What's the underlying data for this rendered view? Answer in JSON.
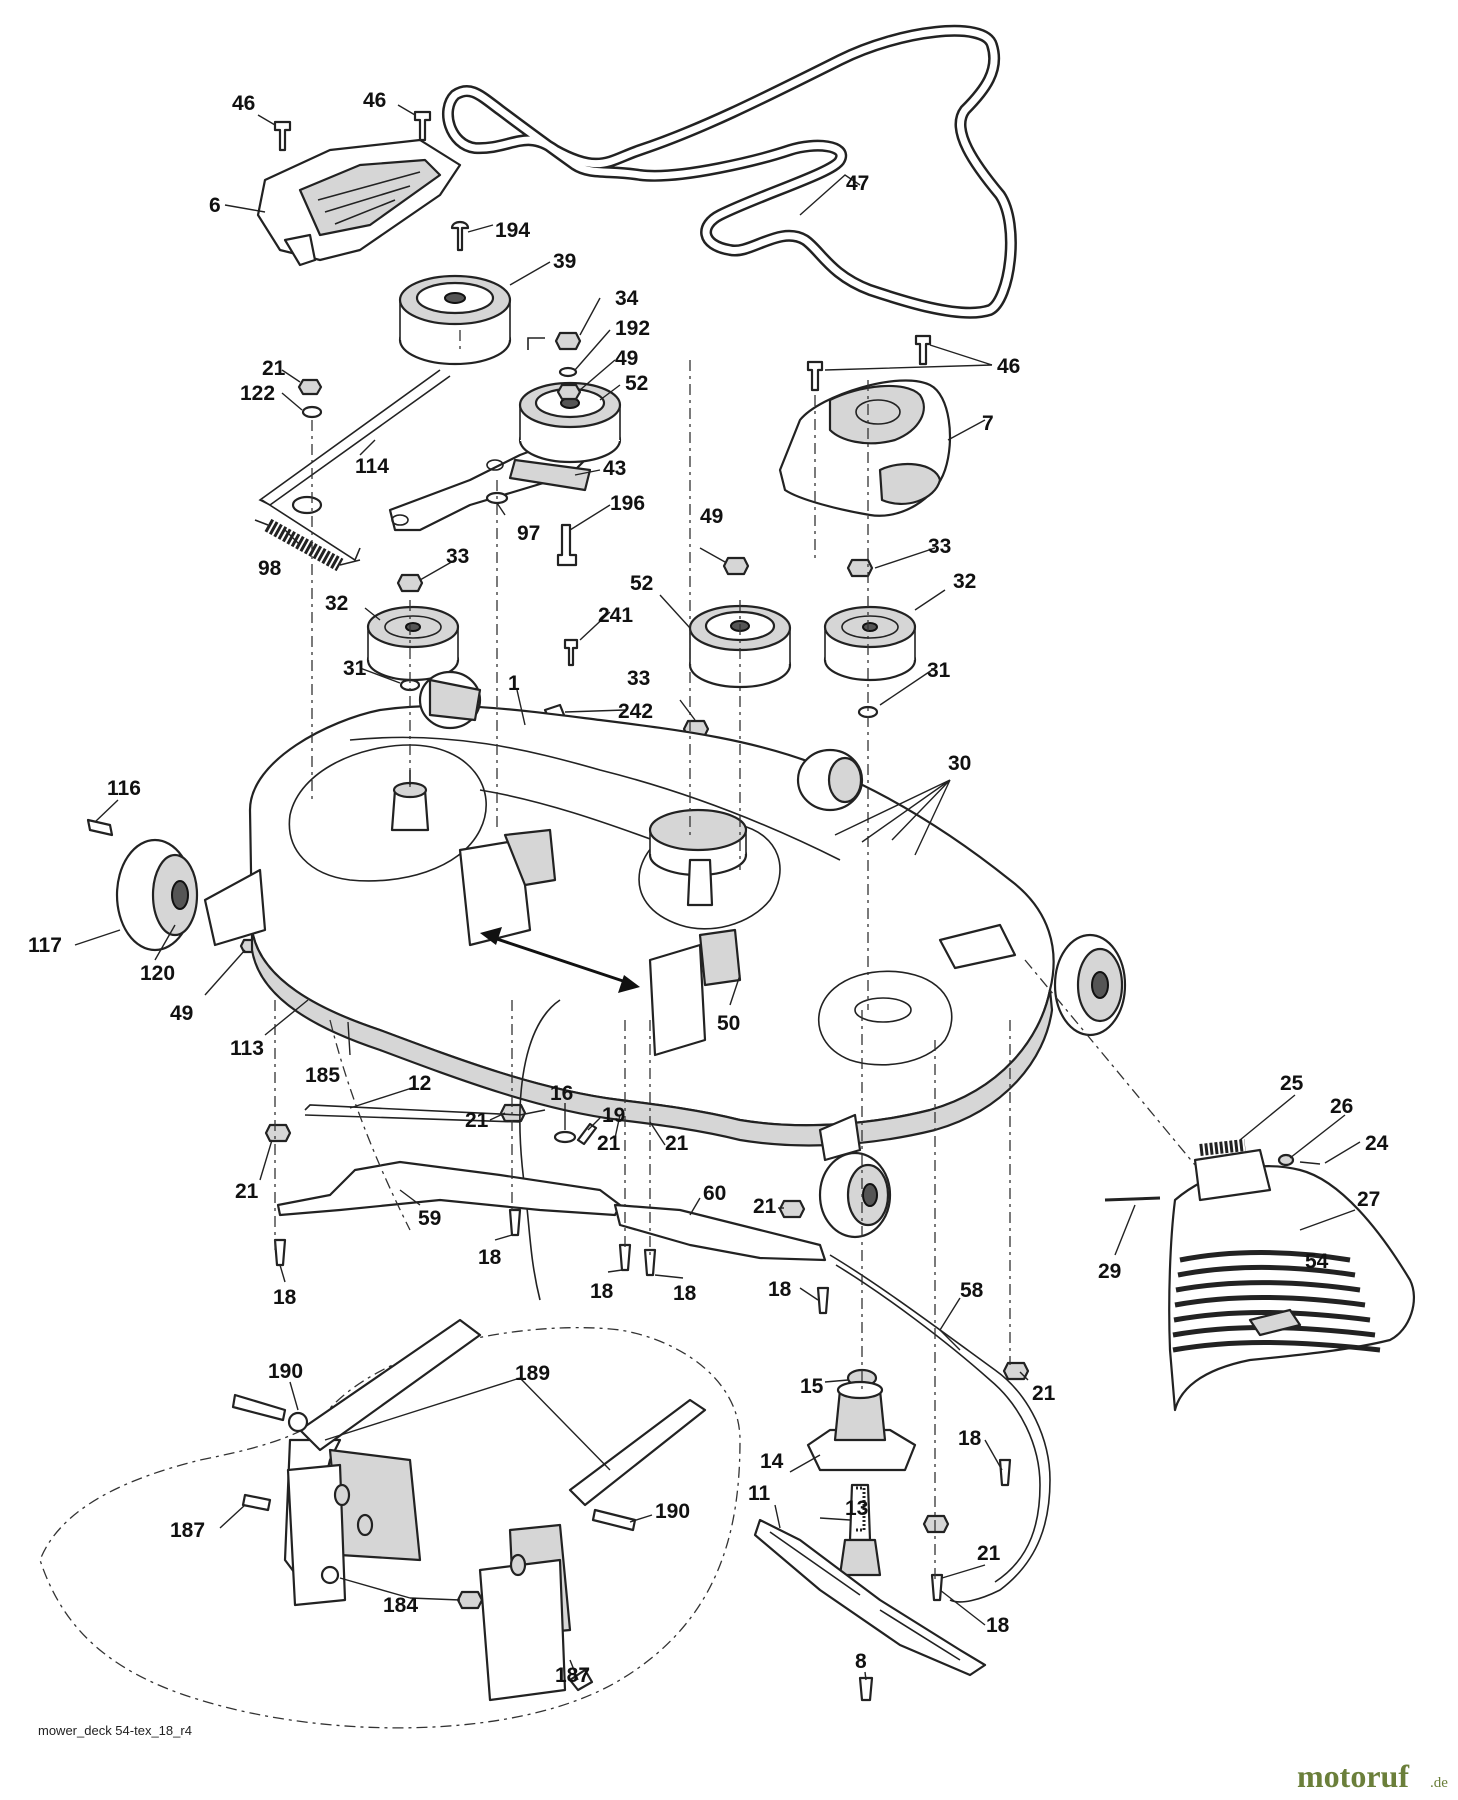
{
  "labels": {
    "l1": "1",
    "l6": "6",
    "l7": "7",
    "l8": "8",
    "l11": "11",
    "l12": "12",
    "l13": "13",
    "l14": "14",
    "l15": "15",
    "l16": "16",
    "l18a": "18",
    "l18b": "18",
    "l18c": "18",
    "l18d": "18",
    "l18e": "18",
    "l18f": "18",
    "l18g": "18",
    "l19": "19",
    "l21a": "21",
    "l21b": "21",
    "l21c": "21",
    "l21d": "21",
    "l21e": "21",
    "l21f": "21",
    "l21g": "21",
    "l21h": "21",
    "l24": "24",
    "l25": "25",
    "l26": "26",
    "l27": "27",
    "l29": "29",
    "l30": "30",
    "l31a": "31",
    "l31b": "31",
    "l32a": "32",
    "l32b": "32",
    "l33a": "33",
    "l33b": "33",
    "l33c": "33",
    "l34": "34",
    "l39": "39",
    "l43": "43",
    "l46a": "46",
    "l46b": "46",
    "l46c": "46",
    "l47": "47",
    "l49a": "49",
    "l49b": "49",
    "l49c": "49",
    "l50": "50",
    "l52a": "52",
    "l52b": "52",
    "l58": "58",
    "l59": "59",
    "l60": "60",
    "l97": "97",
    "l98": "98",
    "l113": "113",
    "l114": "114",
    "l116": "116",
    "l117": "117",
    "l120": "120",
    "l122": "122",
    "l184": "184",
    "l185": "185",
    "l187a": "187",
    "l187b": "187",
    "l189": "189",
    "l190a": "190",
    "l190b": "190",
    "l192": "192",
    "l194": "194",
    "l196": "196",
    "l241": "241",
    "l242": "242"
  },
  "caption": "mower_deck 54-tex_18_r4",
  "watermark": {
    "brand": "motoruf",
    "suffix": ".de",
    "color": "#6b7f3a"
  },
  "deck_logo": "54"
}
